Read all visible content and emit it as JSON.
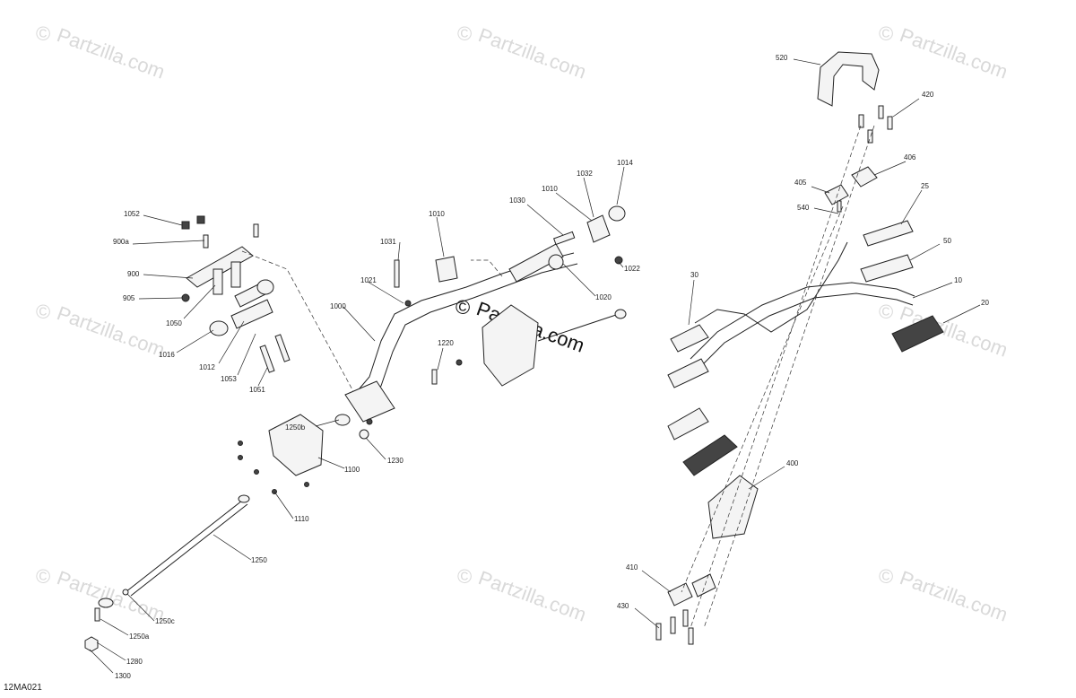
{
  "diagram": {
    "code": "12MA021",
    "watermark": "Partzilla.com",
    "watermark_symbol": "©",
    "labels": {
      "l520": "520",
      "l420": "420",
      "l406": "406",
      "l405": "405",
      "l540": "540",
      "l25": "25",
      "l50": "50",
      "l10": "10",
      "l20": "20",
      "l30": "30",
      "l400": "400",
      "l410": "410",
      "l430": "430",
      "l1014": "1014",
      "l1032": "1032",
      "l1010a": "1010",
      "l1010b": "1010",
      "l1030": "1030",
      "l1031": "1031",
      "l1021": "1021",
      "l1022": "1022",
      "l1020": "1020",
      "l1000": "1000",
      "l1220": "1220",
      "l1230": "1230",
      "l1250b": "1250b",
      "l1100": "1100",
      "l1110": "1110",
      "l1250": "1250",
      "l1250c": "1250c",
      "l1250a": "1250a",
      "l1280": "1280",
      "l1300": "1300",
      "l1052": "1052",
      "l900a": "900a",
      "l900": "900",
      "l905": "905",
      "l1050": "1050",
      "l1016": "1016",
      "l1012": "1012",
      "l1053": "1053",
      "l1051": "1051"
    }
  }
}
